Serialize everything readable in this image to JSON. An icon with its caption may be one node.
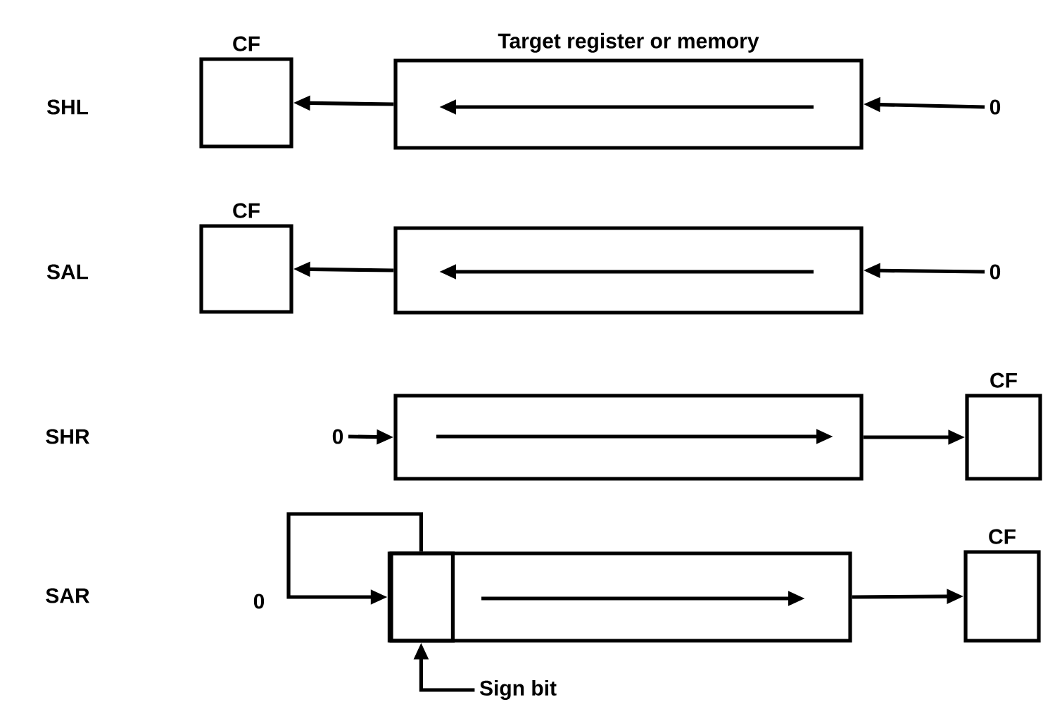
{
  "diagram": {
    "nodes": [
      {
        "text": [
          "CF"
        ]
      },
      {
        "text": [
          "Target register or memory"
        ]
      },
      {
        "text": [
          "0"
        ]
      },
      {
        "text": [
          "CF"
        ]
      },
      {
        "text": [],
        "shape": "box"
      },
      {
        "text": [
          "0"
        ]
      },
      {
        "text": [
          "0"
        ]
      },
      {
        "text": [],
        "shape": "box"
      },
      {
        "text": [
          "CF"
        ]
      },
      {
        "text": [],
        "shape": "box"
      },
      {
        "text": [],
        "shape": "box",
        "in": 9
      },
      {
        "text": [
          "CF"
        ]
      },
      {
        "text": [
          "Sign bit"
        ]
      }
    ],
    "edges": [
      {
        "from": 2,
        "to": 1,
        "arrow": "to"
      },
      {
        "from": 1,
        "to": 0,
        "arrow": "to"
      },
      {
        "from": 5,
        "to": 4,
        "arrow": "to"
      },
      {
        "from": 4,
        "to": 3,
        "arrow": "to"
      },
      {
        "from": 6,
        "to": 7,
        "arrow": "to"
      },
      {
        "from": 7,
        "to": 8,
        "arrow": "to"
      },
      {
        "from": 10,
        "to": 10,
        "arrow": "to"
      },
      {
        "from": 9,
        "to": 11,
        "arrow": "to"
      },
      {
        "from": 12,
        "to": 10,
        "arrow": "to"
      }
    ],
    "labels": [
      "SHL",
      "SAL",
      "SHR",
      "SAR",
      "0"
    ]
  }
}
